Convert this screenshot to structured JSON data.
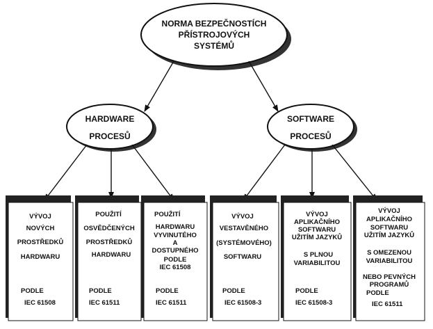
{
  "root": {
    "lines": [
      "NORMA BEZPEČNOSTÍCH",
      "PŘÍSTROJOVÝCH",
      "SYSTÉMŮ"
    ]
  },
  "hardware": {
    "lines": [
      "HARDWARE",
      "PROCESŮ"
    ]
  },
  "software": {
    "lines": [
      "SOFTWARE",
      "PROCESŮ"
    ]
  },
  "boxes": [
    {
      "lines": [
        "VÝVOJ",
        "NOVÝCH",
        "PROSTŘEDKŮ",
        "HARDWARU",
        "PODLE",
        "IEC 61508"
      ]
    },
    {
      "lines": [
        "POUŽITÍ",
        "OSVĚDČENÝCH",
        "PROSTŘEDKŮ",
        "HARDWARU",
        "PODLE",
        "IEC 61511"
      ]
    },
    {
      "lines": [
        "POUŽITÍ",
        "HARDWARU",
        "VYVINUTÉHO",
        "A",
        "DOSTUPNÉHO",
        "PODLE",
        "IEC 61508",
        "PODLE",
        "IEC 61511"
      ]
    },
    {
      "lines": [
        "VÝVOJ",
        "VESTAVĚNÉHO",
        "(SYSTÉMOVÉHO)",
        "SOFTWARU",
        "PODLE",
        "IEC 61508-3"
      ]
    },
    {
      "lines": [
        "VÝVOJ",
        "APLIKAČNÍHO",
        "SOFTWARU",
        "UŽITÍM JAZYKŮ",
        "S PLNOU",
        "VARIABILITOU",
        "PODLE",
        "IEC 61508-3"
      ]
    },
    {
      "lines": [
        "VÝVOJ",
        "APLIKAČNÍHO",
        "SOFTWARU",
        "UŽITÍM JAZYKŮ",
        "S OMEZENOU",
        "VARIABILITOU",
        "NEBO PEVNÝCH",
        "PROGRAMŮ",
        "PODLE",
        "IEC 61511"
      ]
    }
  ]
}
